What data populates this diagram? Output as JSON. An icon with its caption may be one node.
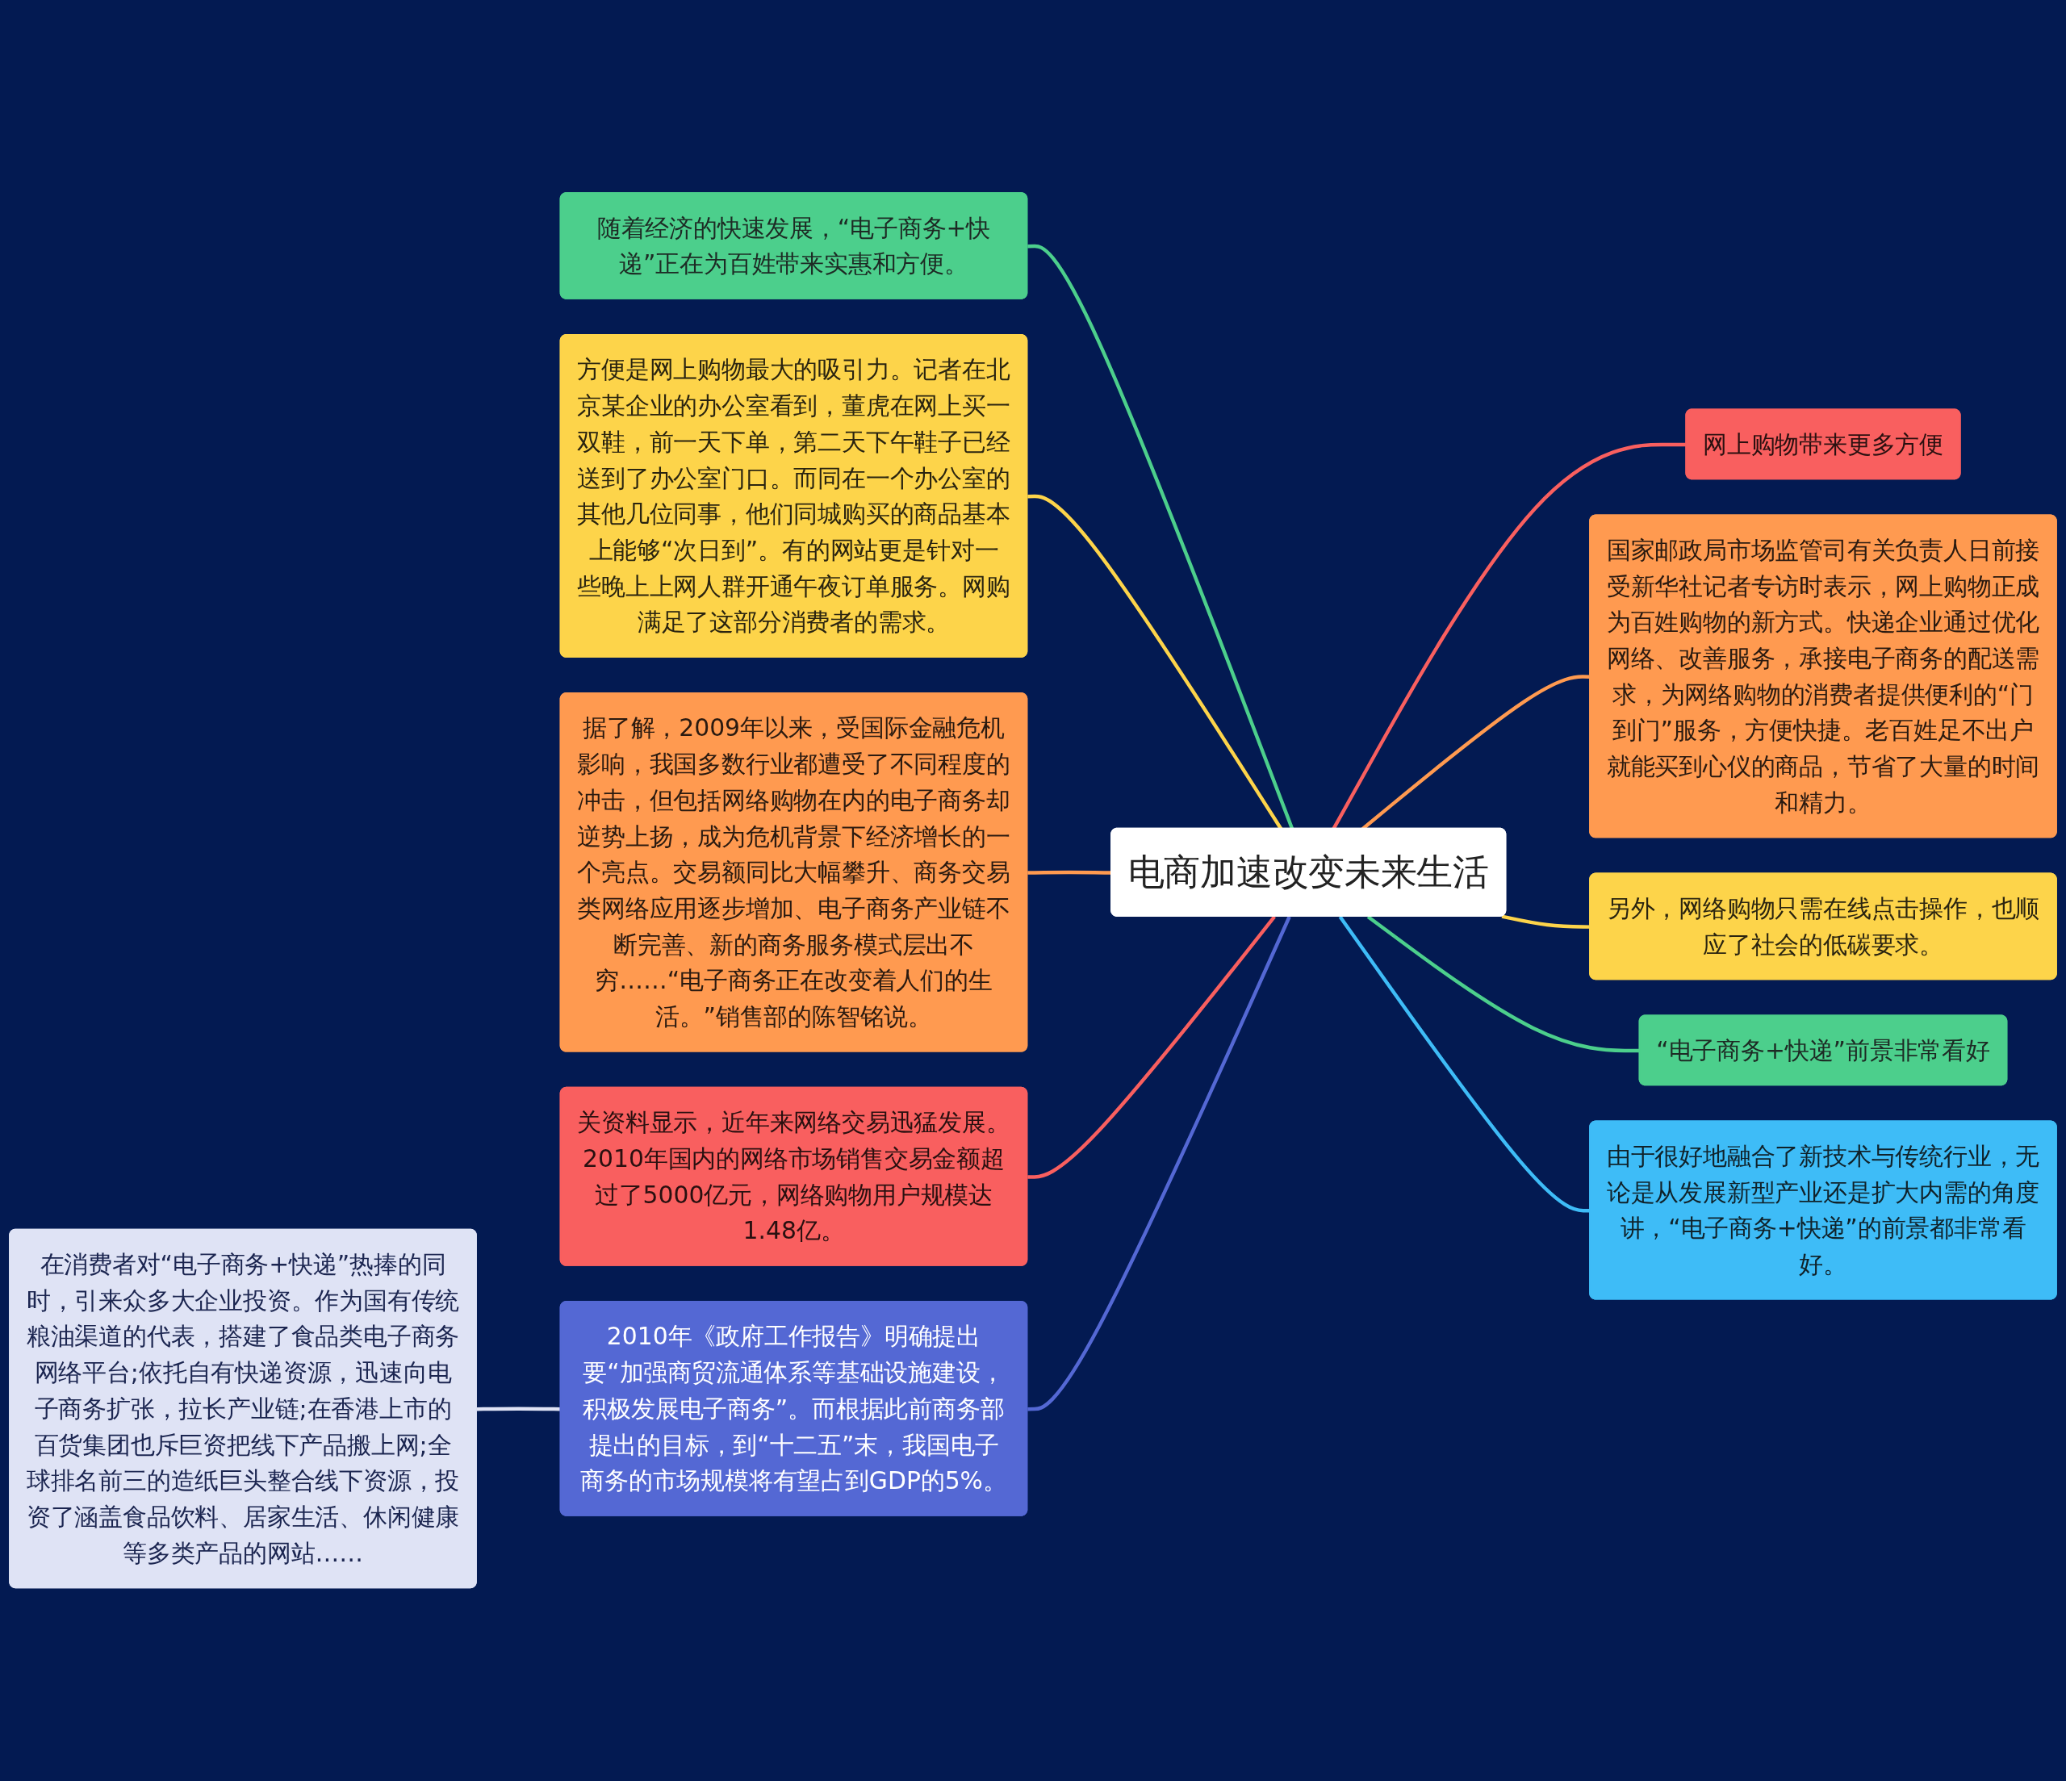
{
  "diagram": {
    "nodes": [
      {
        "text": [
          "电商加速改变未来生活"
        ]
      },
      {
        "text": [
          "随着经济的快速发展，“电子商务+快递”正在为百姓带来实惠和方便。"
        ]
      },
      {
        "text": [
          "方便是网上购物最大的吸引力。记者在北京某企业的办公室看到，董虎在网上买一双鞋，前一天下单，第二天下午鞋子已经送到了办公室门口。而同在一个办公室的其他几位同事，他们同城购买的商品基本上能够“次日到”。有的网站更是针对一些晚上上网人群开通午夜订单服务。网购满足了这部分消费者的需求。"
        ]
      },
      {
        "text": [
          "据了解，2009年以来，受国际金融危机影响，我国多数行业都遭受了不同程度的冲击，但包括网络购物在内的电子商务却逆势上扬，成为危机背景下经济增长的一个亮点。交易额同比大幅攀升、商务交易类网络应用逐步增加、电子商务产业链不断完善、新的商务服务模式层出不穷……“电子商务正在改变着人们的生活。”销售部的陈智铭说。"
        ]
      },
      {
        "text": [
          "关资料显示，近年来网络交易迅猛发展。2010年国内的网络市场销售交易金额超过了5000亿元，网络购物用户规模达1.48亿。"
        ]
      },
      {
        "text": [
          "2010年《政府工作报告》明确提出要“加强商贸流通体系等基础设施建设，积极发展电子商务”。而根据此前商务部提出的目标，到“十二五”末，我国电子商务的市场规模将有望占到GDP的5%。"
        ]
      },
      {
        "text": [
          "在消费者对“电子商务+快递”热捧的同时，引来众多大企业投资。作为国有传统粮油渠道的代表，搭建了食品类电子商务网络平台;依托自有快递资源，迅速向电子商务扩张，拉长产业链;在香港上市的百货集团也斥巨资把线下产品搬上网;全球排名前三的造纸巨头整合线下资源，投资了涵盖食品饮料、居家生活、休闲健康等多类产品的网站……"
        ]
      },
      {
        "text": [
          "网上购物带来更多方便"
        ]
      },
      {
        "text": [
          "国家邮政局市场监管司有关负责人日前接受新华社记者专访时表示，网上购物正成为百姓购物的新方式。快递企业通过优化网络、改善服务，承接电子商务的配送需求，为网络购物的消费者提供便利的“门到门”服务，方便快捷。老百姓足不出户就能买到心仪的商品，节省了大量的时间和精力。"
        ]
      },
      {
        "text": [
          "另外，网络购物只需在线点击操作，也顺应了社会的低碳要求。"
        ]
      },
      {
        "text": [
          "“电子商务+快递”前景非常看好"
        ]
      },
      {
        "text": [
          "由于很好地融合了新技术与传统行业，无论是从发展新型产业还是扩大内需的角度讲，“电子商务+快递”的前景都非常看好。"
        ]
      }
    ],
    "edges": [
      {
        "from": 1,
        "to": 0,
        "arrow": "none",
        "color": "#4ccf8c"
      },
      {
        "from": 2,
        "to": 0,
        "arrow": "none",
        "color": "#fdd44a"
      },
      {
        "from": 3,
        "to": 0,
        "arrow": "none",
        "color": "#ff9a50"
      },
      {
        "from": 4,
        "to": 0,
        "arrow": "none",
        "color": "#f95f5f"
      },
      {
        "from": 5,
        "to": 0,
        "arrow": "none",
        "color": "#5468d4"
      },
      {
        "from": 6,
        "to": 5,
        "arrow": "none",
        "color": "#dfe3f5"
      },
      {
        "from": 0,
        "to": 7,
        "arrow": "none",
        "color": "#f95f5f"
      },
      {
        "from": 0,
        "to": 8,
        "arrow": "none",
        "color": "#ff9a50"
      },
      {
        "from": 0,
        "to": 9,
        "arrow": "none",
        "color": "#fdd44a"
      },
      {
        "from": 0,
        "to": 10,
        "arrow": "none",
        "color": "#4ccf8c"
      },
      {
        "from": 0,
        "to": 11,
        "arrow": "none",
        "color": "#3ebcf7"
      }
    ]
  }
}
